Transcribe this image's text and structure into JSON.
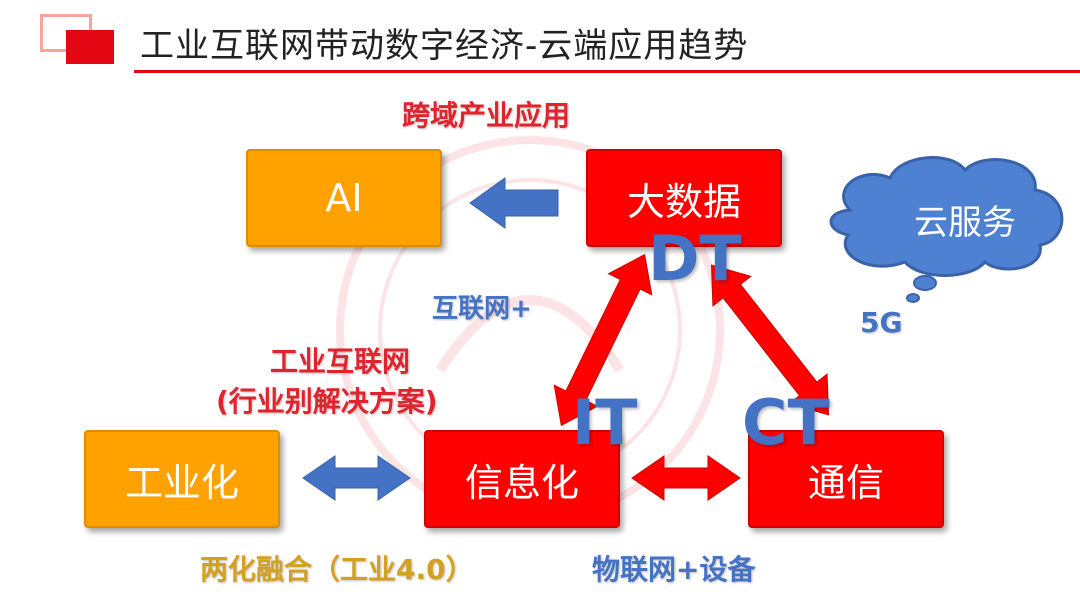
{
  "title": "工业互联网带动数字经济-云端应用趋势",
  "boxes": {
    "ai": "AI",
    "bigdata": "大数据",
    "industrialization": "工业化",
    "informatization": "信息化",
    "communication": "通信"
  },
  "cloud": "云服务",
  "labels": {
    "cross_domain": "跨域产业应用",
    "internet_plus": "互联网+",
    "industrial_internet": "工业互联网",
    "industry_solutions": "(行业别解决方案)",
    "two_integration": "两化融合（工业4.0）",
    "iot_devices": "物联网+设备",
    "dt": "DT",
    "it": "IT",
    "ct": "CT",
    "fiveg": "5G"
  },
  "colors": {
    "accent_red": "#ff0000",
    "orange": "#ffa200",
    "blue": "#4472c4",
    "gold": "#d4a020"
  }
}
